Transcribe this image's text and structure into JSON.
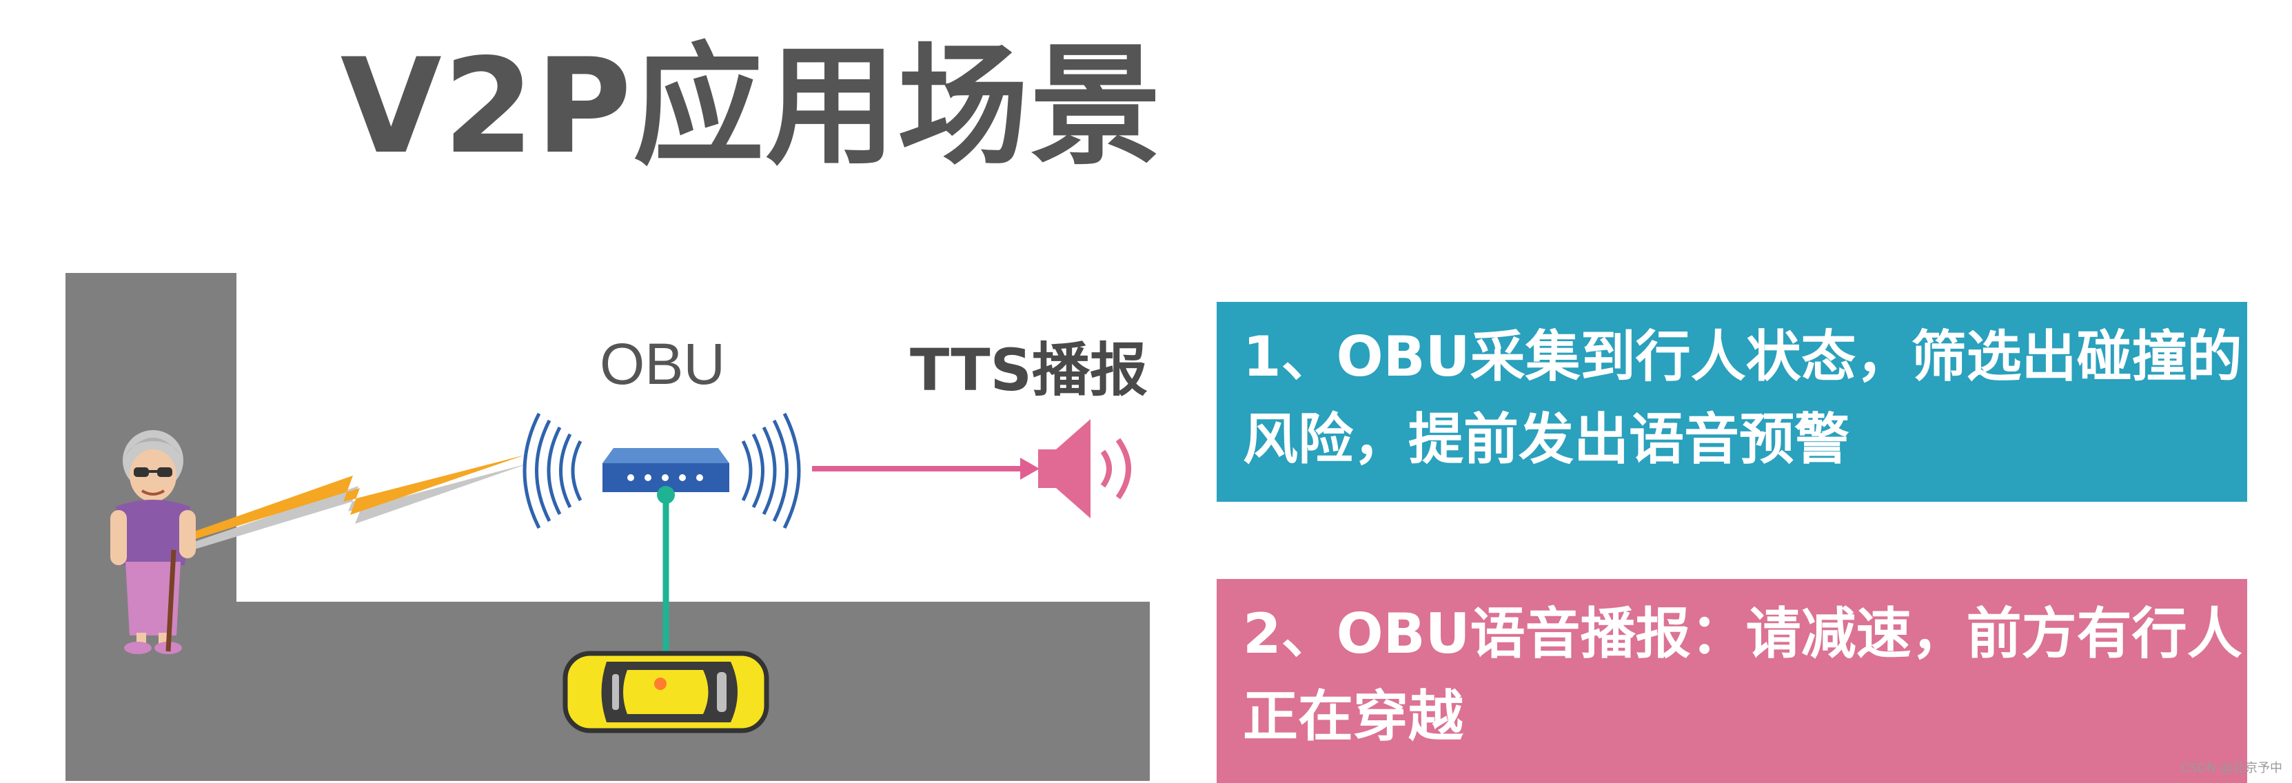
{
  "title": "V2P应用场景",
  "labels": {
    "obu": "OBU",
    "tts": "TTS播报"
  },
  "steps": [
    {
      "text": "1、OBU采集到行人状态，筛选出碰撞的风险，提前发出语音预警"
    },
    {
      "text": "2、OBU语音播报：请减速，前方有行人正在穿越"
    }
  ],
  "watermark": "CSDN @北京予中",
  "colors": {
    "road": "#7f7f7f",
    "step1_bg": "#2aa1bd",
    "step2_bg": "#dc7294",
    "car": "#f6e21f",
    "signal_line": "#e05f93",
    "wire": "#1fb394",
    "lightning": "#f5a623"
  },
  "icons": [
    "pedestrian-icon",
    "obu-router-icon",
    "speaker-icon",
    "car-icon",
    "lightning-icon",
    "wireless-wave-icon"
  ]
}
